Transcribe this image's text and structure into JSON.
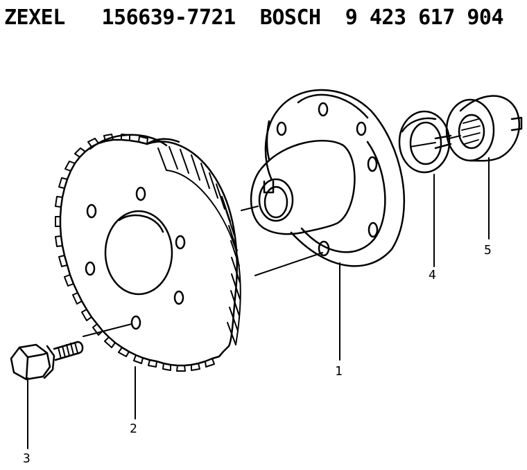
{
  "header": {
    "text": "ZEXEL   156639-7721  BOSCH  9 423 617 904"
  },
  "diagram": {
    "parts": [
      {
        "label": "1"
      },
      {
        "label": "2"
      },
      {
        "label": "3"
      },
      {
        "label": "4"
      },
      {
        "label": "5"
      }
    ]
  },
  "colors": {
    "line": "#000000",
    "background": "#ffffff"
  }
}
